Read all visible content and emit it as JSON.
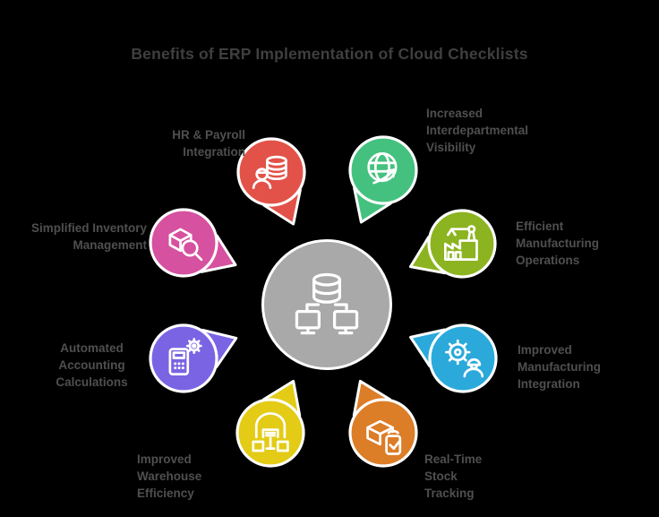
{
  "title": "Benefits of ERP Implementation of Cloud Checklists",
  "center": {
    "color": "#a9a9a9",
    "icon": "database-network-icon"
  },
  "nodes": [
    {
      "name": "hr-payroll-integration",
      "label": "HR & Payroll\nIntegration",
      "color": "#e25248",
      "icon": "worker-database-icon"
    },
    {
      "name": "interdepartmental-visibility",
      "label": "Increased\nInterdepartmental\nVisibility",
      "color": "#44c17f",
      "icon": "globe-arrow-icon"
    },
    {
      "name": "manufacturing-operations",
      "label": "Efficient\nManufacturing\nOperations",
      "color": "#8cb420",
      "icon": "factory-icon"
    },
    {
      "name": "manufacturing-integration",
      "label": "Improved\nManufacturing\nIntegration",
      "color": "#2ba9da",
      "icon": "gear-engineer-icon"
    },
    {
      "name": "real-time-stock-tracking",
      "label": "Real-Time\nStock\nTracking",
      "color": "#dc7d27",
      "icon": "box-delivery-icon"
    },
    {
      "name": "warehouse-efficiency",
      "label": "Improved\nWarehouse\nEfficiency",
      "color": "#e3cb16",
      "icon": "warehouse-icon"
    },
    {
      "name": "automated-accounting",
      "label": "Automated\nAccounting\nCalculations",
      "color": "#7a64e4",
      "icon": "calculator-gear-icon"
    },
    {
      "name": "inventory-management",
      "label": "Simplified Inventory\nManagement",
      "color": "#d6519f",
      "icon": "box-search-icon"
    }
  ]
}
